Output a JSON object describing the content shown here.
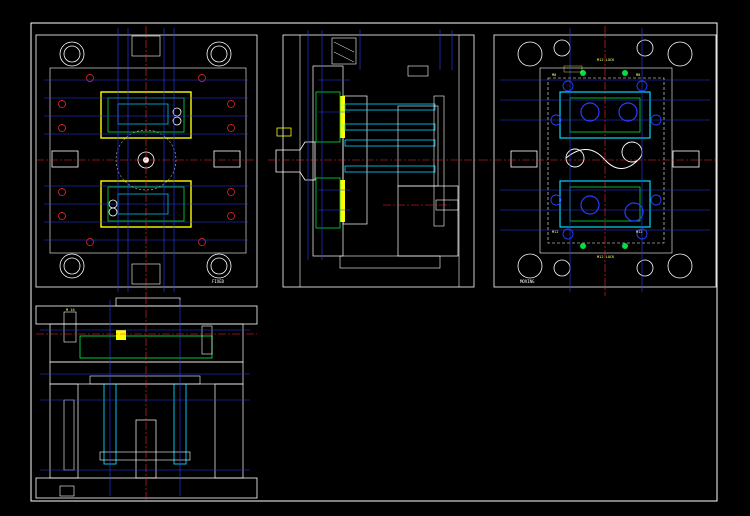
{
  "colors": {
    "background": "#000000",
    "outline": "#ffffff",
    "centerline": "#ff2a2a",
    "dimension": "#2a3cff",
    "cavity": "#00e040",
    "insert": "#ffff00",
    "ejector": "#00d8ff"
  },
  "views": {
    "top_left": {
      "caption": "FIXED"
    },
    "top_right": {
      "caption": "MOVING"
    },
    "section": {
      "caption": ""
    },
    "side": {
      "caption": ""
    }
  },
  "callouts": {
    "top_a": "M12 LOCK",
    "top_b": "M12 LOCK",
    "mid_a": "M8",
    "mid_b": "M8",
    "bot_a": "M12",
    "bot_b": "M12",
    "side_top": "M 16"
  },
  "icons": [
    "ejector-pin-icon",
    "guide-pillar-icon",
    "bolt-icon",
    "sprue-bushing-icon"
  ]
}
